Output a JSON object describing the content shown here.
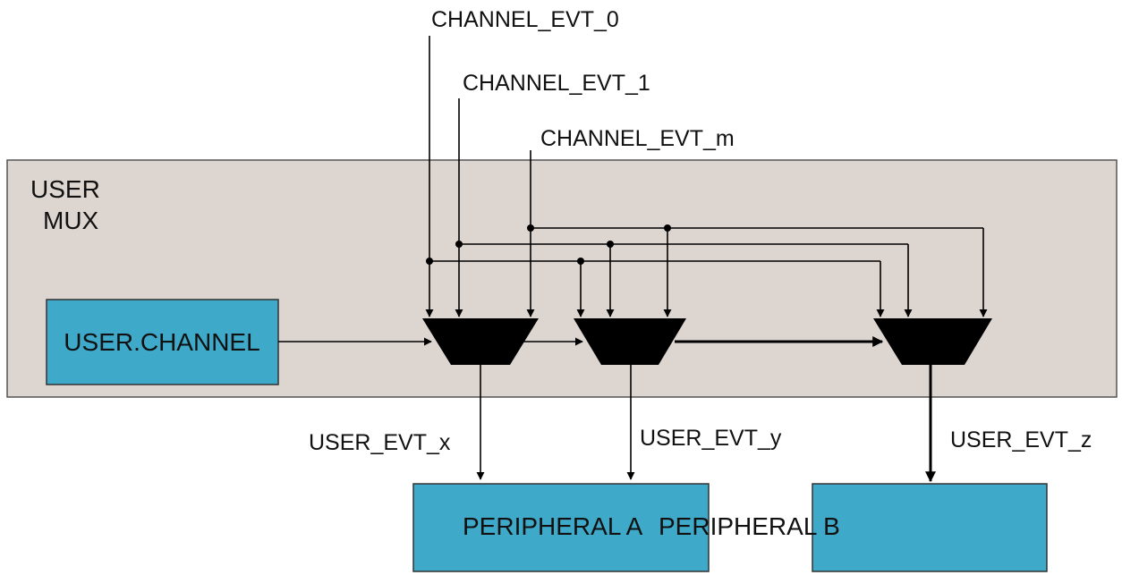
{
  "inputs": {
    "channel_evt_0": "CHANNEL_EVT_0",
    "channel_evt_1": "CHANNEL_EVT_1",
    "channel_evt_m": "CHANNEL_EVT_m"
  },
  "user_mux": {
    "title_line1": "USER",
    "title_line2": "MUX"
  },
  "user_channel": "USER.CHANNEL",
  "outputs": {
    "user_evt_x": "USER_EVT_x",
    "user_evt_y": "USER_EVT_y",
    "user_evt_z": "USER_EVT_z"
  },
  "peripherals": {
    "a": "PERIPHERAL A",
    "b": "PERIPHERAL B"
  },
  "colors": {
    "mux_background": "#DDD5D0",
    "block_fill": "#3FA9C9",
    "line": "#000000"
  }
}
